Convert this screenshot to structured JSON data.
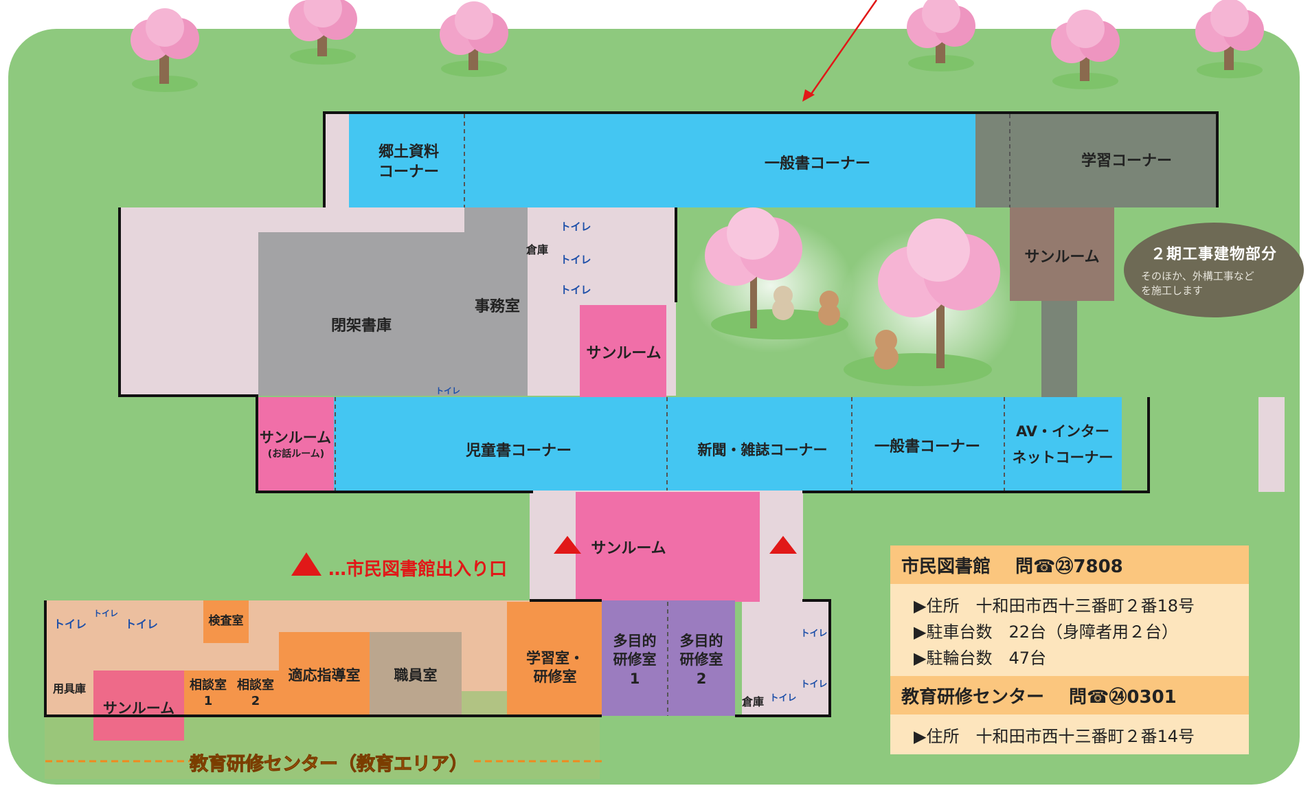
{
  "rooms": {
    "kyodo": "郷土資料\nコーナー",
    "ippan_top": "一般書コーナー",
    "gakushu": "学習コーナー",
    "sunroom_brown": "サンルーム",
    "heika": "閉架書庫",
    "jimu": "事務室",
    "soko_top": "倉庫",
    "sunroom_pink_mid": "サンルーム",
    "sunroom_ohanashi": "サンルーム",
    "ohanashi": "(お話ルーム)",
    "jido": "児童書コーナー",
    "shinbun": "新聞・雑誌コーナー",
    "ippan_bottom": "一般書コーナー",
    "av": "AV・インター\nネットコーナー",
    "sunroom_entrance": "サンルーム",
    "tamokuteki1": "多目的\n研修室\n1",
    "tamokuteki2": "多目的\n研修室\n2",
    "soko_bottom": "倉庫",
    "kensa": "検査室",
    "yogu": "用具庫",
    "sunroom_left": "サンルーム",
    "sodan1": "相談室\n1",
    "sodan2": "相談室\n2",
    "tekio": "適応指導室",
    "shokuin": "職員室",
    "gakushushitsu": "学習室・\n研修室",
    "toilet": "トイレ"
  },
  "callout": {
    "title": "２期工事建物部分",
    "desc": "そのほか、外構工事など\nを施工します"
  },
  "legend": {
    "entrance": "…市民図書館出入り口"
  },
  "area_label": "教育研修センター（教育エリア）",
  "info": {
    "library": {
      "name": "市民図書館",
      "phone": "問☎㉓7808"
    },
    "library_rows": [
      "▶住所　十和田市西十三番町２番18号",
      "▶駐車台数　22台（身障者用２台）",
      "▶駐輪台数　47台"
    ],
    "center": {
      "name": "教育研修センター",
      "phone": "問☎㉔0301"
    },
    "center_rows": [
      "▶住所　十和田市西十三番町２番14号"
    ]
  },
  "colors": {
    "lawn": "#8ec97e",
    "blue": "#44c6f2",
    "pink": "#f06fa8",
    "gray": "#a3a3a5",
    "corridor": "#e6d6dc",
    "orange": "#f5954a",
    "peach": "#ecbf9f",
    "purple": "#9b7cbf",
    "brown": "#947a6e",
    "dark_gray": "#7a8577",
    "khaki": "#bba68e",
    "entrance_red": "#e11818"
  }
}
